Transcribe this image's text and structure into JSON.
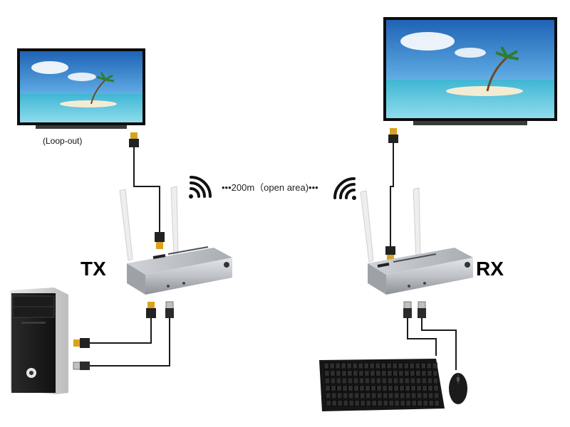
{
  "labels": {
    "loop_out": "(Loop-out)",
    "range": "•••200m（open area)•••",
    "tx": "TX",
    "rx": "RX"
  },
  "colors": {
    "cable": "#1a1a1a",
    "device_body": "#c9ccd0",
    "hdmi_plug": "#d8a31e",
    "antenna": "#eeeeee",
    "screen_sky": "#2f7fc9",
    "screen_sea": "#38b2d2"
  },
  "icons": [
    "monitor-icon",
    "wifi-icon",
    "antenna-icon",
    "hdmi-plug-icon",
    "usb-plug-icon",
    "pc-tower-icon",
    "keyboard-icon",
    "mouse-icon"
  ]
}
